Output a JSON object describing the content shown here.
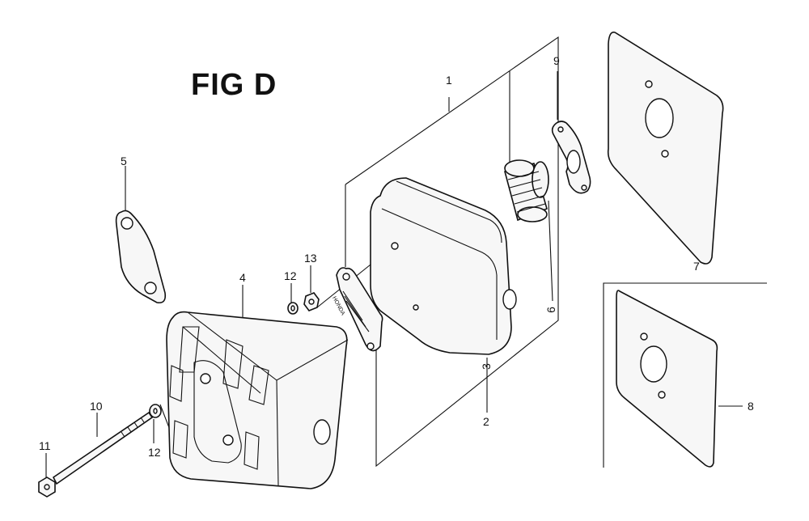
{
  "figure": {
    "title": "FIG D",
    "brand_stamp": "HONDA"
  },
  "callouts": [
    {
      "id": "c1",
      "label": "1",
      "part": "muffler-assembly"
    },
    {
      "id": "c2",
      "label": "2",
      "part": "muffler"
    },
    {
      "id": "c3",
      "label": "3",
      "part": "muffler-body"
    },
    {
      "id": "c4",
      "label": "4",
      "part": "muffler-protector"
    },
    {
      "id": "c5",
      "label": "5",
      "part": "exhaust-plate"
    },
    {
      "id": "c6",
      "label": "6",
      "part": "spark-arrester"
    },
    {
      "id": "c7",
      "label": "7",
      "part": "heat-shield-plate"
    },
    {
      "id": "c8",
      "label": "8",
      "part": "exhaust-gasket-plate"
    },
    {
      "id": "c9",
      "label": "9",
      "part": "muffler-gasket"
    },
    {
      "id": "c10",
      "label": "10",
      "part": "bolt"
    },
    {
      "id": "c11",
      "label": "11",
      "part": "flange-nut"
    },
    {
      "id": "c12a",
      "label": "12",
      "part": "washer-upper"
    },
    {
      "id": "c12b",
      "label": "12",
      "part": "washer-lower"
    },
    {
      "id": "c13",
      "label": "13",
      "part": "nut"
    }
  ]
}
